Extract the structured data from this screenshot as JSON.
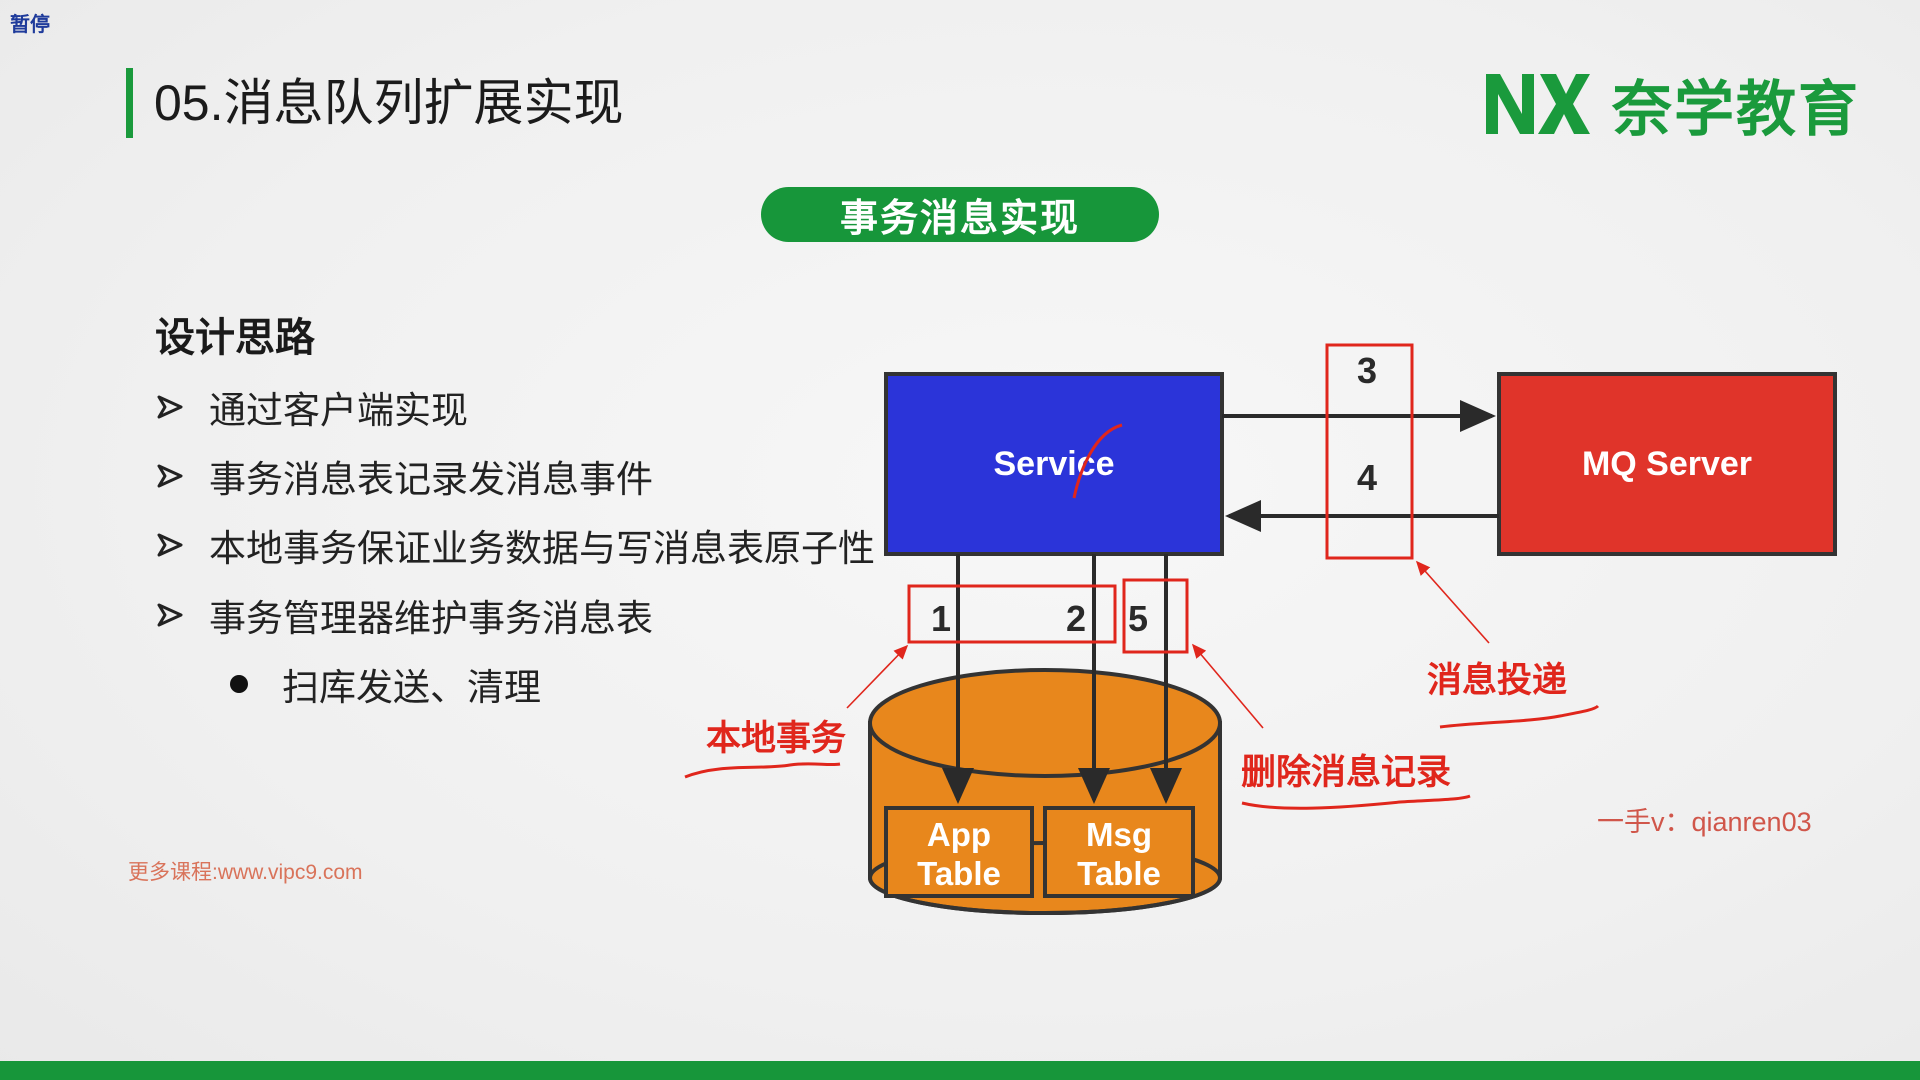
{
  "status": {
    "pause_label": "暂停"
  },
  "title": "05.消息队列扩展实现",
  "logo": {
    "mark": "NX",
    "text": "奈学教育"
  },
  "section_pill": "事务消息实现",
  "design": {
    "heading": "设计思路",
    "bullets": [
      "通过客户端实现",
      "事务消息表记录发消息事件",
      "本地事务保证业务数据与写消息表原子性",
      "事务管理器维护事务消息表"
    ],
    "sub_bullet": "扫库发送、清理"
  },
  "diagram": {
    "service_label": "Service",
    "mq_label": "MQ Server",
    "app_table_line1": "App",
    "app_table_line2": "Table",
    "msg_table_line1": "Msg",
    "msg_table_line2": "Table",
    "step_1": "1",
    "step_2": "2",
    "step_3": "3",
    "step_4": "4",
    "step_5": "5",
    "annot_local_tx": "本地事务",
    "annot_delete": "删除消息记录",
    "annot_deliver": "消息投递",
    "colors": {
      "service_blue": "#2b34d9",
      "mq_red": "#e0342a",
      "db_orange": "#e8871c",
      "annotation_red": "#e0261c",
      "brand_green": "#1a9a3c"
    }
  },
  "watermarks": {
    "left": "更多课程:www.vipc9.com",
    "right": "一手v：qianren03"
  }
}
